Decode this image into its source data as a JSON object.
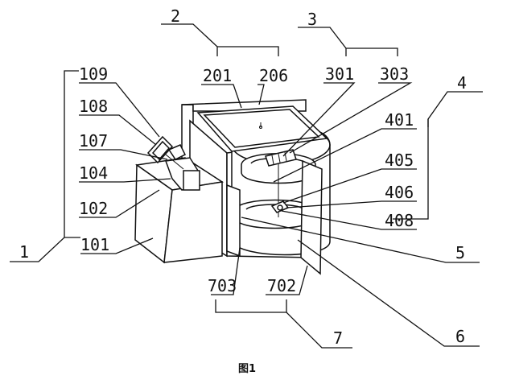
{
  "caption": "图1",
  "labels": {
    "l1": "1",
    "l2": "2",
    "l3": "3",
    "l4": "4",
    "l5": "5",
    "l6": "6",
    "l7": "7",
    "l101": "101",
    "l102": "102",
    "l104": "104",
    "l107": "107",
    "l108": "108",
    "l109": "109",
    "l201": "201",
    "l206": "206",
    "l301": "301",
    "l303": "303",
    "l401": "401",
    "l405": "405",
    "l406": "406",
    "l408": "408",
    "l702": "702",
    "l703": "703"
  }
}
